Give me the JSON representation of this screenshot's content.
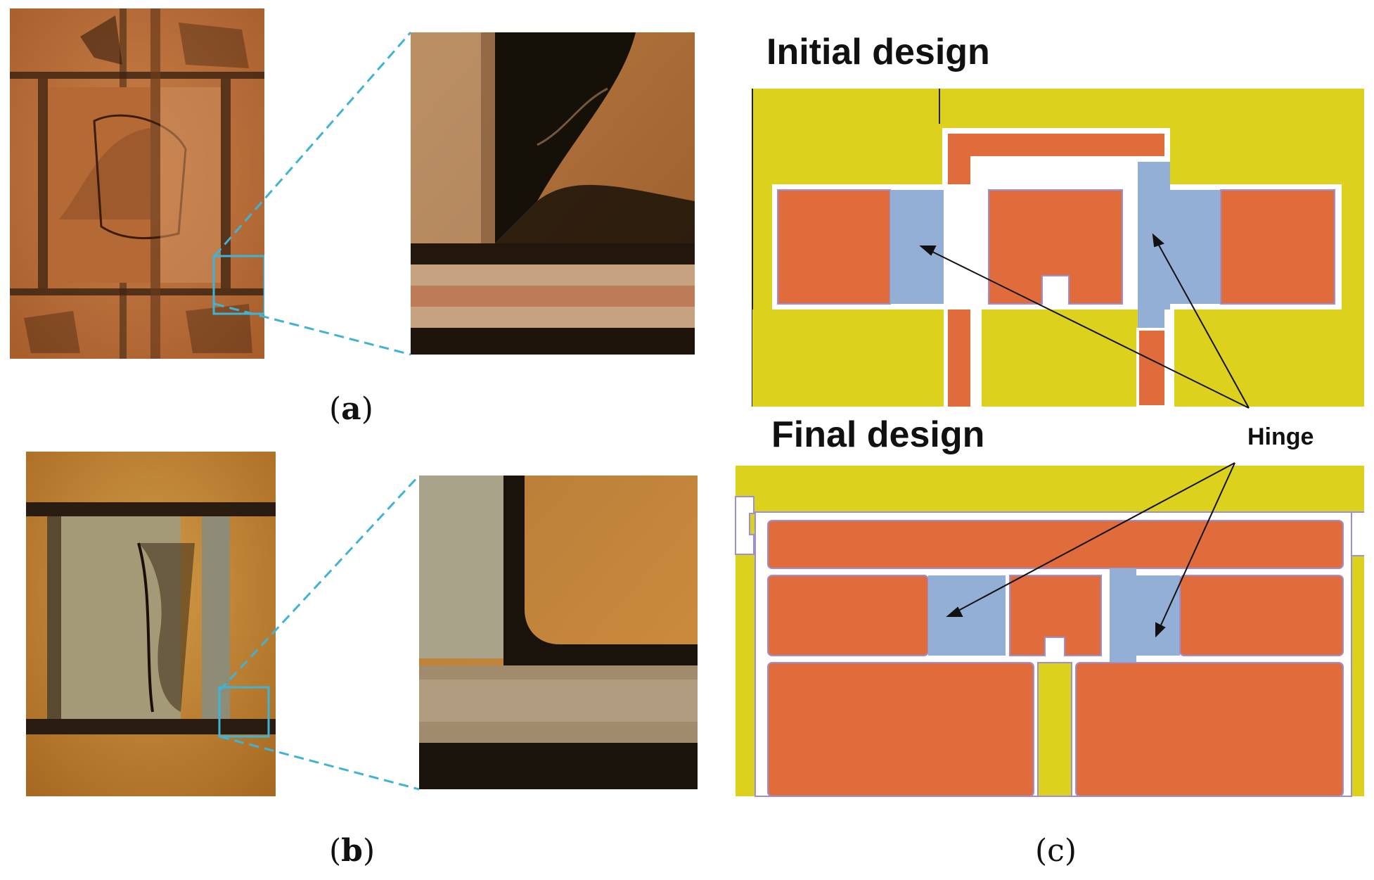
{
  "panels": {
    "a": {
      "open": "(",
      "letter": "a",
      "close": ")"
    },
    "b": {
      "open": "(",
      "letter": "b",
      "close": ")"
    },
    "c": {
      "open": "(",
      "letter": "c",
      "close": ")"
    }
  },
  "designs": {
    "initial_title": "Initial design",
    "final_title": "Final design",
    "annotation": "Hinge"
  },
  "colors": {
    "substrate_yellow": "#dcd21e",
    "plate_orange": "#e06c3c",
    "hinge_blue": "#93afd6",
    "outline_lavender": "#9b8fd6",
    "zoom_line_cyan": "#3fb3d6",
    "photo_brown": "#b8733a",
    "photo_gold": "#c68a3a"
  }
}
